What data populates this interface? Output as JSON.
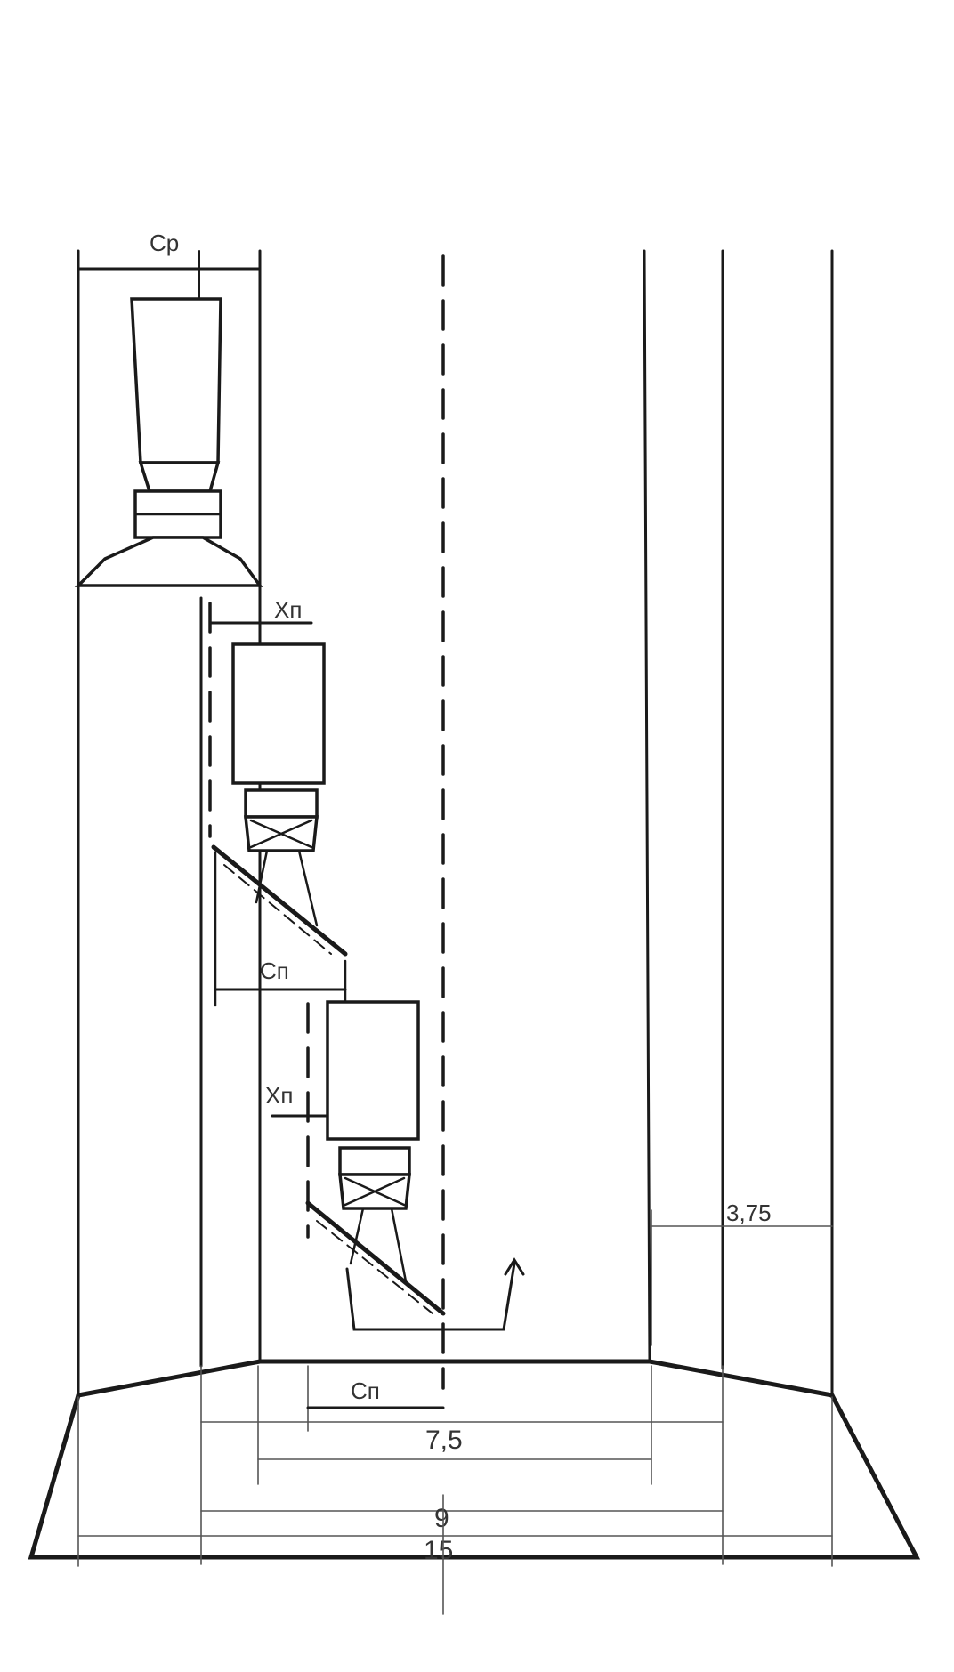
{
  "labels": {
    "cp": "Ср",
    "xp_top": "Хп",
    "cp_mid": "Сп",
    "xp_mid": "Хп",
    "cp_bottom": "Сп",
    "dim_375": "3,75",
    "dim_75": "7,5",
    "dim_9": "9",
    "dim_15": "15"
  },
  "colors": {
    "line": "#1a1a1a",
    "dimension": "#555555",
    "background": "#ffffff"
  }
}
